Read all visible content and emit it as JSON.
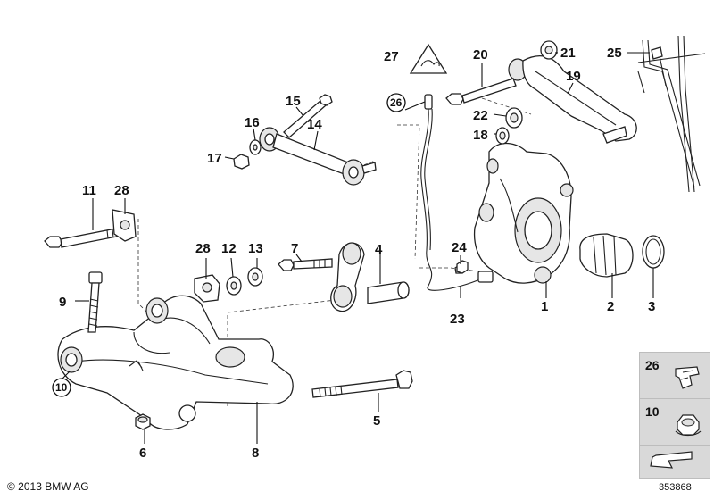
{
  "callouts": {
    "n1": "1",
    "n2": "2",
    "n3": "3",
    "n4": "4",
    "n5": "5",
    "n6": "6",
    "n7": "7",
    "n8": "8",
    "n9": "9",
    "n11": "11",
    "n12": "12",
    "n13": "13",
    "n14": "14",
    "n15": "15",
    "n16": "16",
    "n17": "17",
    "n18": "18",
    "n19": "19",
    "n20": "20",
    "n21": "21",
    "n22": "22",
    "n23": "23",
    "n24": "24",
    "n25": "25",
    "n27": "27",
    "n28a": "28",
    "n28b": "28"
  },
  "circled": {
    "c26": "26",
    "c10": "10"
  },
  "legend": {
    "item26": "26",
    "item10": "10"
  },
  "footer": {
    "copyright": "© 2013 BMW AG",
    "diagram_number": "353868"
  }
}
